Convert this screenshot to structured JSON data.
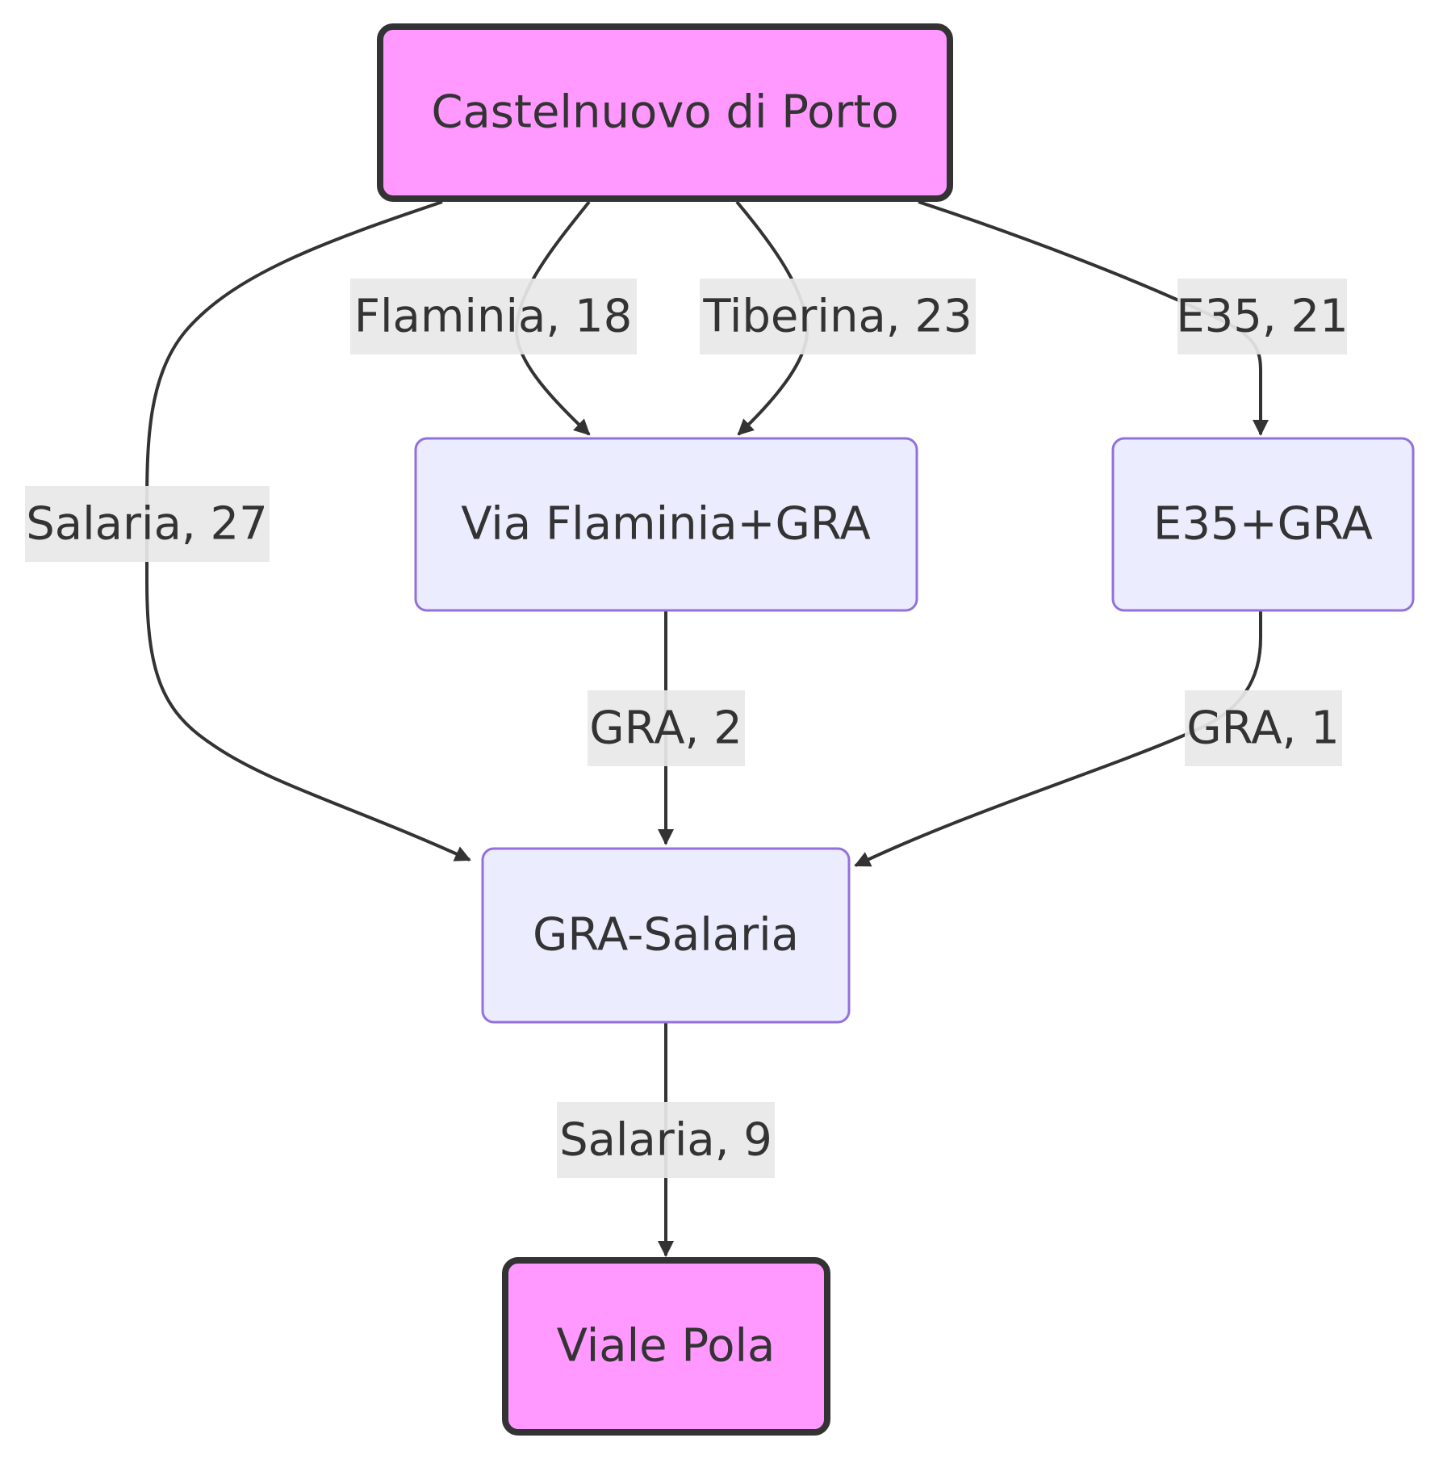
{
  "nodes": {
    "castelnuovo": {
      "label": "Castelnuovo di Porto",
      "kind": "terminal"
    },
    "flaminia_gra": {
      "label": "Via Flaminia+GRA",
      "kind": "regular"
    },
    "e35_gra": {
      "label": "E35+GRA",
      "kind": "regular"
    },
    "gra_salaria": {
      "label": "GRA-Salaria",
      "kind": "regular"
    },
    "viale_pola": {
      "label": "Viale Pola",
      "kind": "terminal"
    }
  },
  "edges": [
    {
      "id": "flaminia",
      "from": "castelnuovo",
      "to": "flaminia_gra",
      "label": "Flaminia, 18"
    },
    {
      "id": "tiberina",
      "from": "castelnuovo",
      "to": "flaminia_gra",
      "label": "Tiberina, 23"
    },
    {
      "id": "e35",
      "from": "castelnuovo",
      "to": "e35_gra",
      "label": "E35, 21"
    },
    {
      "id": "salaria27",
      "from": "castelnuovo",
      "to": "gra_salaria",
      "label": "Salaria, 27"
    },
    {
      "id": "gra2",
      "from": "flaminia_gra",
      "to": "gra_salaria",
      "label": "GRA, 2"
    },
    {
      "id": "gra1",
      "from": "e35_gra",
      "to": "gra_salaria",
      "label": "GRA, 1"
    },
    {
      "id": "salaria9",
      "from": "gra_salaria",
      "to": "viale_pola",
      "label": "Salaria, 9"
    }
  ],
  "colors": {
    "terminal_fill": "#ff99ff",
    "terminal_stroke": "#333333",
    "node_fill": "#ececff",
    "node_stroke": "#9370db",
    "edge": "#333333",
    "edge_label_bg": "#e8e8e8",
    "text": "#333333"
  }
}
